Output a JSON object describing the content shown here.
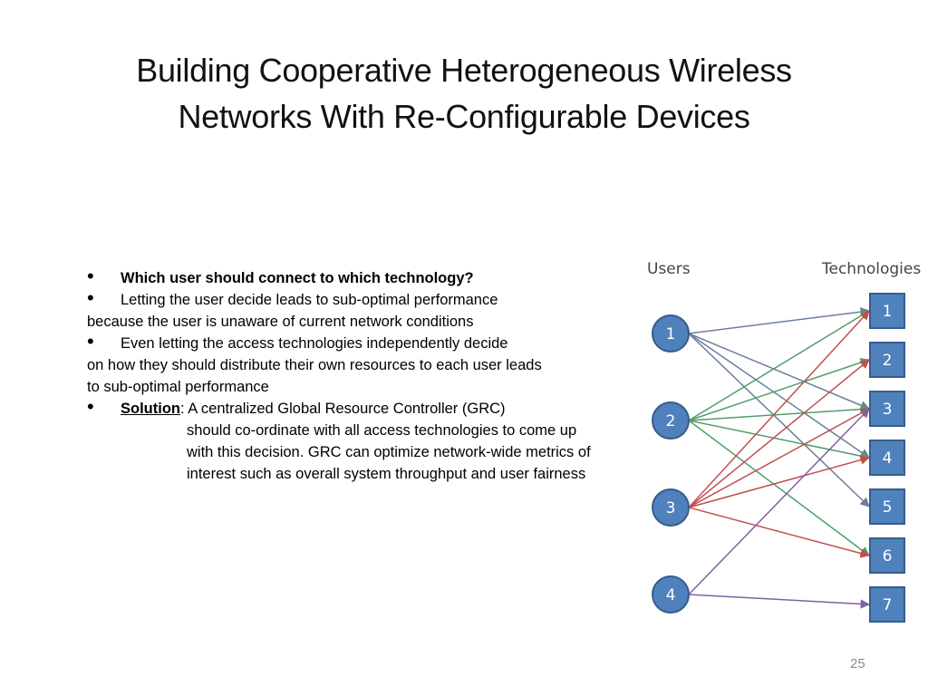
{
  "slide": {
    "title_line1": "Building Cooperative Heterogeneous Wireless",
    "title_line2": "Networks With Re-Configurable Devices",
    "page_number": "25"
  },
  "bullets": {
    "b1": "Which user should connect to which technology?",
    "b2_first": "Letting the user decide leads to sub-optimal performance",
    "b2_rest": "because the user is unaware of current network conditions",
    "b3_first": "Even letting the access technologies independently decide",
    "b3_rest": "on how they should distribute their own resources to each user leads to sub-optimal performance",
    "b4_label": "Solution",
    "b4_first": ": A centralized Global Resource Controller (GRC)",
    "b4_rest": "should co-ordinate with all access technologies to come up with this decision. GRC can optimize network-wide metrics of interest such as overall system throughput and user fairness"
  },
  "diagram": {
    "users_label": "Users",
    "tech_label": "Technologies",
    "users": [
      "1",
      "2",
      "3",
      "4"
    ],
    "technologies": [
      "1",
      "2",
      "3",
      "4",
      "5",
      "6",
      "7"
    ],
    "connections": [
      {
        "user": 1,
        "techs": [
          1,
          3,
          4,
          5
        ],
        "color": "#6a7f9c"
      },
      {
        "user": 2,
        "techs": [
          1,
          2,
          3,
          4,
          6
        ],
        "color": "#4f9e6c"
      },
      {
        "user": 3,
        "techs": [
          1,
          2,
          3,
          4,
          6
        ],
        "color": "#c0504d"
      },
      {
        "user": 4,
        "techs": [
          3,
          7
        ],
        "color": "#7e62a1"
      }
    ],
    "node_fill": "#4f81bd",
    "node_stroke": "#385d8a"
  }
}
